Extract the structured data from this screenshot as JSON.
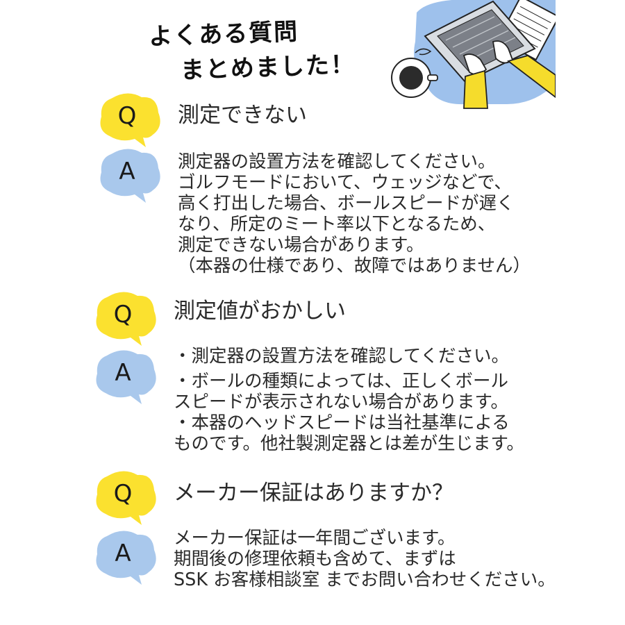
{
  "header": {
    "title_line1": "よくある質問",
    "title_line2": "まとめました！"
  },
  "colors": {
    "q_bubble": "#fbe12f",
    "a_bubble": "#a9c8ec",
    "illustration_blue": "#9ec1ec",
    "sleeve_yellow": "#f5dc2c"
  },
  "faq": [
    {
      "q_mark": "Q",
      "question": "測定できない",
      "a_mark": "A",
      "answer_lines": [
        "測定器の設置方法を確認してください。",
        "ゴルフモードにおいて、ウェッジなどで、",
        "高く打出した場合、ボールスピードが遅く",
        "なり、所定のミート率以下となるため、",
        "測定できない場合があります。",
        "（本器の仕様であり、故障ではありません）"
      ]
    },
    {
      "q_mark": "Q",
      "question": "測定値がおかしい",
      "a_mark": "A",
      "answer_lines": [
        "・測定器の設置方法を確認してください。",
        "・ボールの種類によっては、正しくボール",
        "スピードが表示されない場合があります。",
        "・本器のヘッドスピードは当社基準による",
        "ものです。他社製測定器とは差が生じます。"
      ]
    },
    {
      "q_mark": "Q",
      "question": "メーカー保証はありますか？",
      "a_mark": "A",
      "answer_lines": [
        "メーカー保証は一年間ございます。",
        "期間後の修理依頼も含めて、まずは",
        "SSK お客様相談室 までお問い合わせください。"
      ]
    }
  ]
}
